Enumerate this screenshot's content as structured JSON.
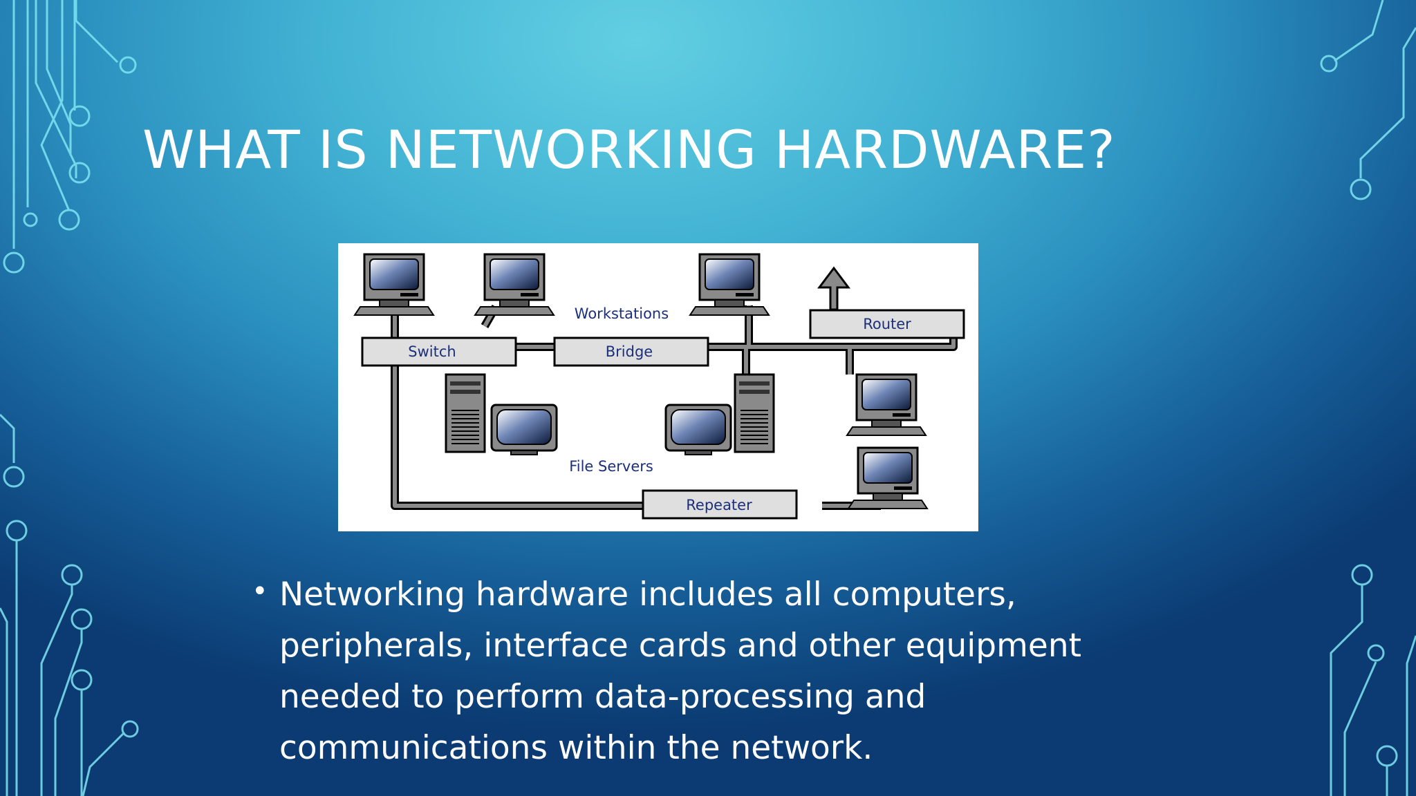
{
  "slide": {
    "title": "WHAT IS NETWORKING HARDWARE?",
    "bullets": [
      "Networking hardware includes all computers, peripherals, interface cards and other equipment needed to perform data-processing and communications within the network."
    ]
  },
  "diagram": {
    "labels": {
      "workstations": "Workstations",
      "switch": "Switch",
      "bridge": "Bridge",
      "router": "Router",
      "file_servers": "File Servers",
      "repeater": "Repeater"
    }
  },
  "colors": {
    "circuit": "#7fe6f2",
    "diagram_label": "#1b2f7a",
    "box_fill": "#dfdfdf"
  }
}
